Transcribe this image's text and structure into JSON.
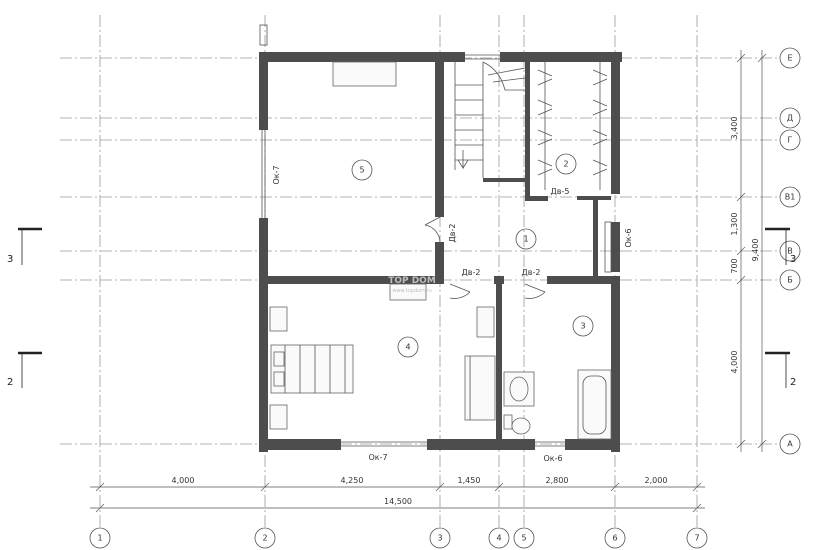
{
  "axes_vertical": [
    {
      "id": "1",
      "label": "1"
    },
    {
      "id": "2",
      "label": "2"
    },
    {
      "id": "3",
      "label": "3"
    },
    {
      "id": "4",
      "label": "4"
    },
    {
      "id": "5",
      "label": "5"
    },
    {
      "id": "6",
      "label": "6"
    },
    {
      "id": "7",
      "label": "7"
    }
  ],
  "axes_horizontal": [
    {
      "id": "E",
      "label": "Е"
    },
    {
      "id": "D",
      "label": "Д"
    },
    {
      "id": "G",
      "label": "Г"
    },
    {
      "id": "V1",
      "label": "В1"
    },
    {
      "id": "V",
      "label": "В"
    },
    {
      "id": "B",
      "label": "Б"
    },
    {
      "id": "A",
      "label": "А"
    }
  ],
  "dimensions_bottom": {
    "spans": [
      "4,000",
      "4,250",
      "1,450",
      "2,800",
      "2,000"
    ],
    "total": "14,500"
  },
  "dimensions_right": {
    "spans": [
      "3,400",
      "1,300",
      "700",
      "4,000"
    ],
    "total": "9,400"
  },
  "rooms": [
    "5",
    "2",
    "1",
    "3",
    "4"
  ],
  "labels": {
    "ok7_left": "Ок-7",
    "ok7_bottom": "Ок-7",
    "ok6_right": "Ок-6",
    "ok6_bottom": "Ок-6",
    "dv2_vert": "Дв-2",
    "dv2_a": "Дв-2",
    "dv2_b": "Дв-2",
    "dv5": "Дв-5",
    "watermark": "TOP DOM",
    "watermark_url": "www.topdom.ru"
  },
  "section_marks": {
    "left_upper": "3",
    "left_lower": "2",
    "right_upper": "3",
    "right_lower": "2"
  }
}
